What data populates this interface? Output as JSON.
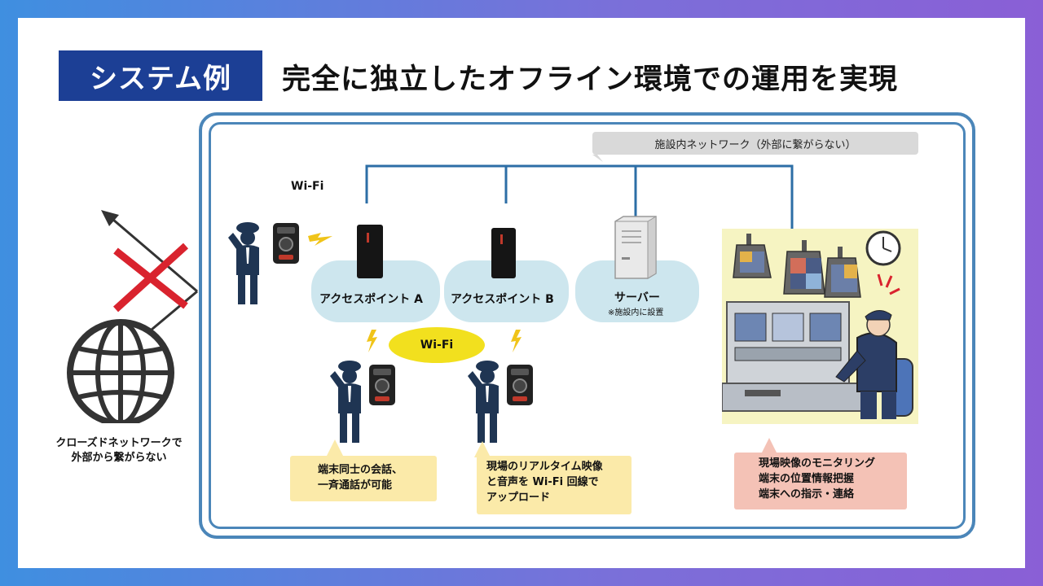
{
  "header": {
    "badge": "システム例",
    "title": "完全に独立したオフライン環境での運用を実現"
  },
  "network": {
    "label": "施設内ネットワーク（外部に繋がらない）",
    "wifi_top": "Wi-Fi",
    "wifi_center": "Wi-Fi"
  },
  "nodes": {
    "ap_a": "アクセスポイント A",
    "ap_b": "アクセスポイント B",
    "server": "サーバー",
    "server_note": "※施設内に設置"
  },
  "external": {
    "line1": "クローズドネットワークで",
    "line2": "外部から繋がらない"
  },
  "notes": {
    "talk": [
      "端末同士の会話、",
      "一斉通話が可能"
    ],
    "upload": [
      "現場のリアルタイム映像",
      "と音声を Wi-Fi 回線で",
      "アップロード"
    ],
    "monitor": [
      "現場映像のモニタリング",
      "端末の位置情報把握",
      "端末への指示・連絡"
    ]
  },
  "colors": {
    "badge_bg": "#1c3f95",
    "frame": "#4b86b9",
    "bubble": "#cde6ee",
    "wifi_ellipse": "#f2e01e",
    "note_yellow": "#fbeaa9",
    "note_pink": "#f4c2b6",
    "uniform": "#1f3553",
    "cross": "#d9232e"
  }
}
